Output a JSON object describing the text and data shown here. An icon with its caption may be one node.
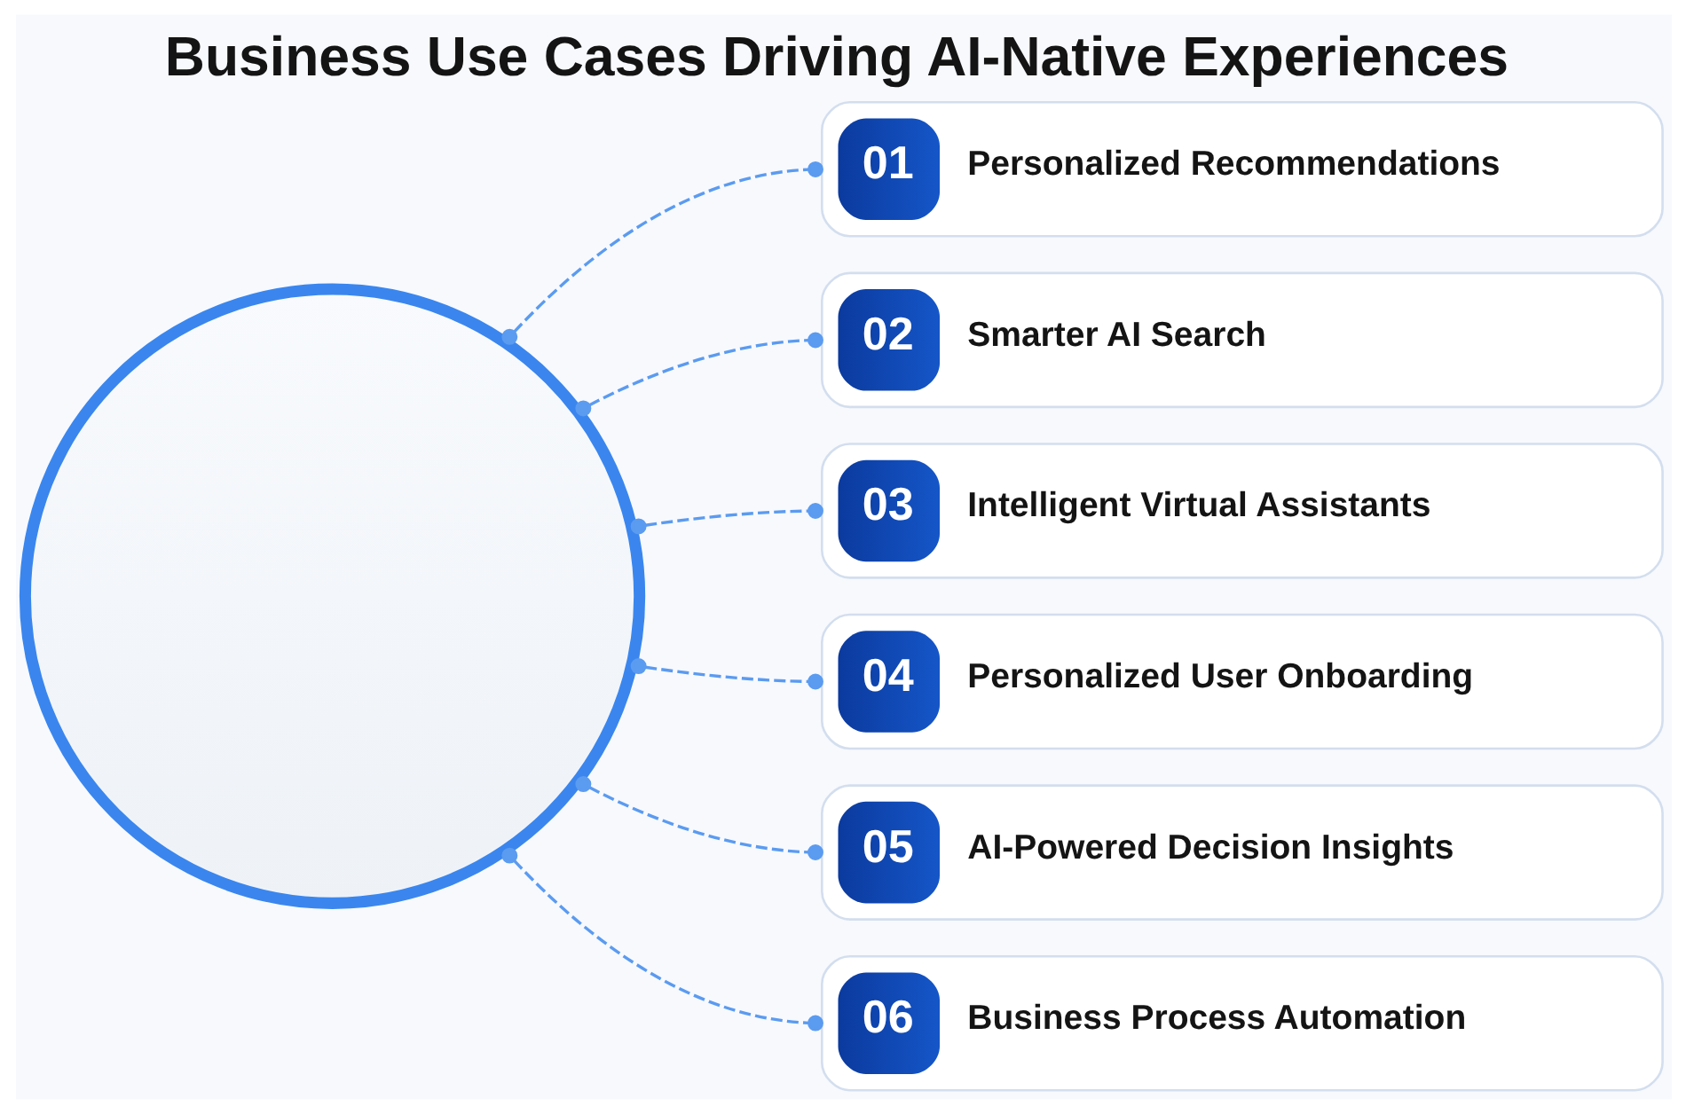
{
  "diagram": {
    "title": "Business Use Cases Driving AI-Native Experiences",
    "nodes": [
      {
        "text": [],
        "shape": "circle"
      },
      {
        "text": [
          "01",
          "Personalized Recommendations"
        ]
      },
      {
        "text": [
          "02",
          "Smarter AI Search"
        ]
      },
      {
        "text": [
          "03",
          "Intelligent Virtual Assistants"
        ]
      },
      {
        "text": [
          "04",
          "Personalized User Onboarding"
        ]
      },
      {
        "text": [
          "05",
          "AI-Powered Decision Insights"
        ]
      },
      {
        "text": [
          "06",
          "Business Process Automation"
        ]
      }
    ],
    "edges": [
      {
        "from": 0,
        "to": 1,
        "arrow": "other",
        "style": "dashed"
      },
      {
        "from": 0,
        "to": 2,
        "arrow": "other",
        "style": "dashed"
      },
      {
        "from": 0,
        "to": 3,
        "arrow": "other",
        "style": "dashed"
      },
      {
        "from": 0,
        "to": 4,
        "arrow": "other",
        "style": "dashed"
      },
      {
        "from": 0,
        "to": 5,
        "arrow": "other",
        "style": "dashed"
      },
      {
        "from": 0,
        "to": 6,
        "arrow": "other",
        "style": "dashed"
      }
    ]
  }
}
